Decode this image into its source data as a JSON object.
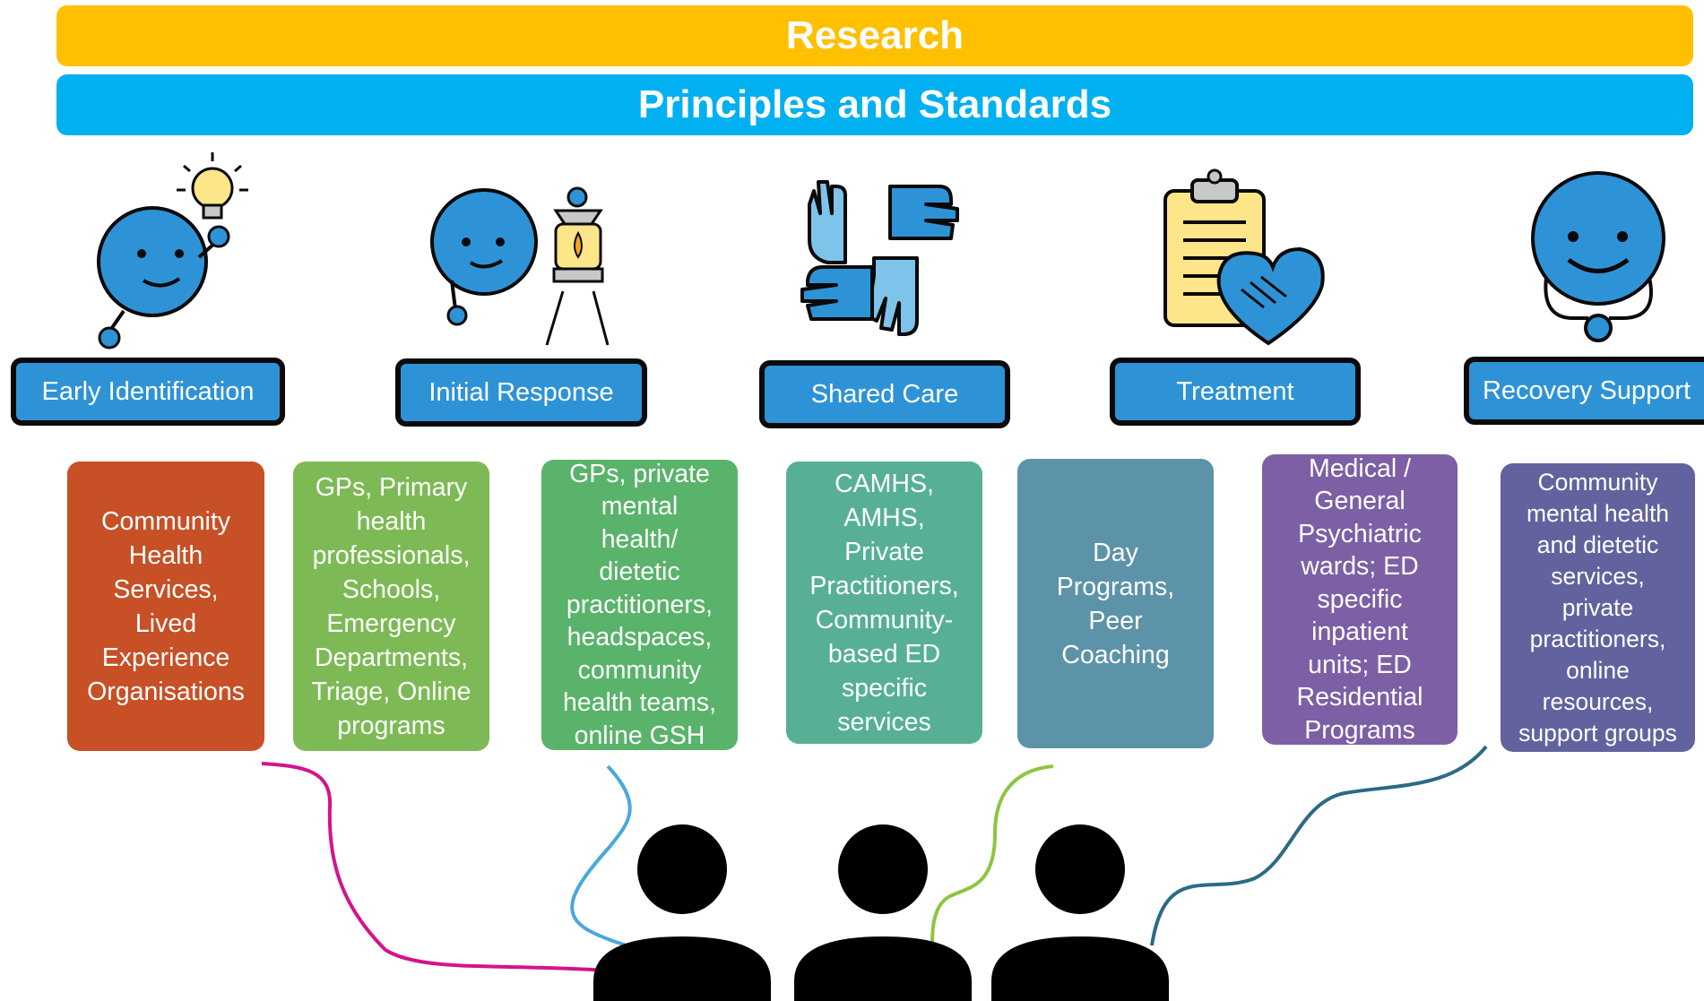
{
  "banners": {
    "research": "Research",
    "principles": "Principles and Standards"
  },
  "stages": [
    {
      "label": "Early Identification",
      "icon": "lightbulb-smiley-icon"
    },
    {
      "label": "Initial Response",
      "icon": "lantern-smiley-icon"
    },
    {
      "label": "Shared Care",
      "icon": "joined-hands-icon"
    },
    {
      "label": "Treatment",
      "icon": "clipboard-handshake-icon"
    },
    {
      "label": "Recovery Support",
      "icon": "smiley-stethoscope-icon"
    }
  ],
  "services": [
    {
      "text": "Community\nHealth\nServices,\nLived\nExperience\nOrganisations",
      "color": "#c75026"
    },
    {
      "text": "GPs, Primary\nhealth\nprofessionals,\nSchools,\nEmergency\nDepartments,\nTriage, Online\nprograms",
      "color": "#7dba55"
    },
    {
      "text": "GPs, private\nmental\nhealth/\ndietetic\npractitioners,\nheadspaces,\ncommunity\nhealth teams,\nonline GSH",
      "color": "#59b36a"
    },
    {
      "text": "CAMHS,\nAMHS,\nPrivate\nPractitioners,\nCommunity-\nbased ED\nspecific\nservices",
      "color": "#57b095"
    },
    {
      "text": "Day\nPrograms,\nPeer\nCoaching",
      "color": "#5c93a8"
    },
    {
      "text": "Medical /\nGeneral\nPsychiatric\nwards; ED\nspecific\ninpatient\nunits; ED\nResidential\nPrograms",
      "color": "#7d5fa5"
    },
    {
      "text": "Community\nmental health\nand dietetic\nservices,\nprivate\npractitioners,\nonline\nresources,\nsupport groups",
      "color": "#62629f"
    }
  ],
  "colors": {
    "research": "#ffc000",
    "principles": "#00b0f0",
    "stage_fill": "#2e93d6",
    "line_magenta": "#d4138b",
    "line_lightblue": "#4aa8dd",
    "line_green": "#8cc63f",
    "line_teal": "#2c6a86"
  }
}
